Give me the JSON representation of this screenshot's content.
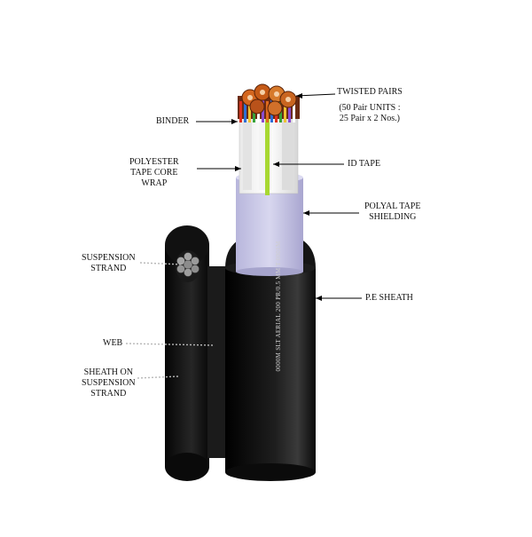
{
  "labels": {
    "twisted_pairs": "TWISTED PAIRS",
    "pair_units_line1": "(50 Pair UNITS :",
    "pair_units_line2": "25 Pair x 2 Nos.)",
    "binder": "BINDER",
    "polyester_line1": "POLYESTER",
    "polyester_line2": "TAPE CORE",
    "polyester_line3": "WRAP",
    "id_tape": "ID TAPE",
    "polyal_line1": "POLYAL TAPE",
    "polyal_line2": "SHIELDING",
    "suspension_line1": "SUSPENSION",
    "suspension_line2": "STRAND",
    "pe_sheath": "P.E SHEATH",
    "web": "WEB",
    "sheath_susp_line1": "SHEATH ON",
    "sheath_susp_line2": "SUSPENSION",
    "sheath_susp_line3": "STRAND"
  },
  "sheath_print": "0000M SLT AERIAL 200 PR/0.5 MM T 0001M",
  "colors": {
    "sheath": "#0d0d0d",
    "shield": "#c9c8e6",
    "id_tape": "#a8d832",
    "strand": "#9a9a9a"
  }
}
